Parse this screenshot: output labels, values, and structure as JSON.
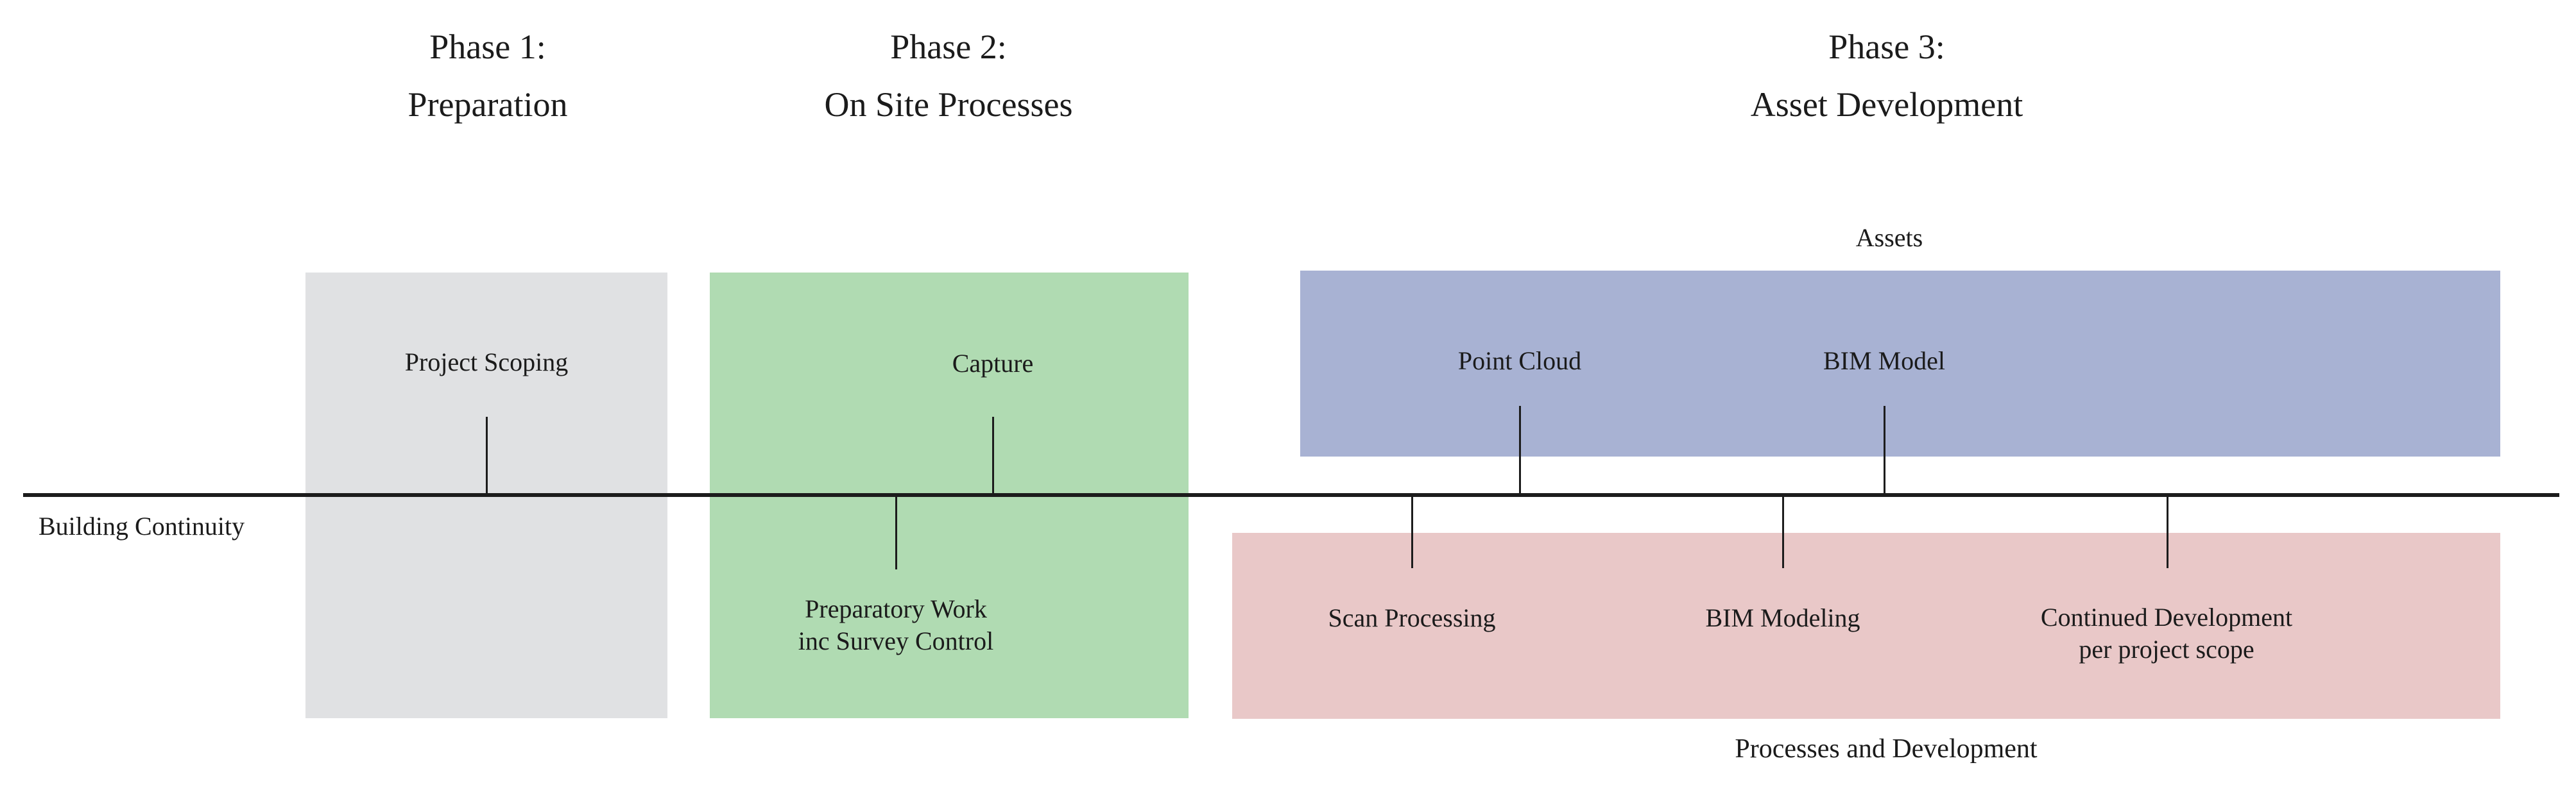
{
  "phases": [
    {
      "title_line1": "Phase 1:",
      "title_line2": "Preparation"
    },
    {
      "title_line1": "Phase 2:",
      "title_line2": "On Site Processes"
    },
    {
      "title_line1": "Phase 3:",
      "title_line2": "Asset Development"
    }
  ],
  "timeline": {
    "label": "Building Continuity"
  },
  "bands": {
    "assets": "Assets",
    "processes": "Processes and Development"
  },
  "nodes": {
    "project_scoping": {
      "label": "Project Scoping"
    },
    "capture": {
      "label": "Capture"
    },
    "preparatory_work": {
      "line1": "Preparatory Work",
      "line2": "inc Survey Control"
    },
    "point_cloud": {
      "label": "Point Cloud"
    },
    "bim_model": {
      "label": "BIM Model"
    },
    "scan_processing": {
      "label": "Scan Processing"
    },
    "bim_modeling": {
      "label": "BIM Modeling"
    },
    "continued_development": {
      "line1": "Continued Development",
      "line2": "per project scope"
    }
  },
  "colors": {
    "phase1_box": "#e0e1e3",
    "phase2_box": "#b0dbb2",
    "assets_box": "#a8b2d3",
    "processes_box": "#e9c8c8",
    "line": "#1c1c1c",
    "text": "#1b1b1b"
  }
}
